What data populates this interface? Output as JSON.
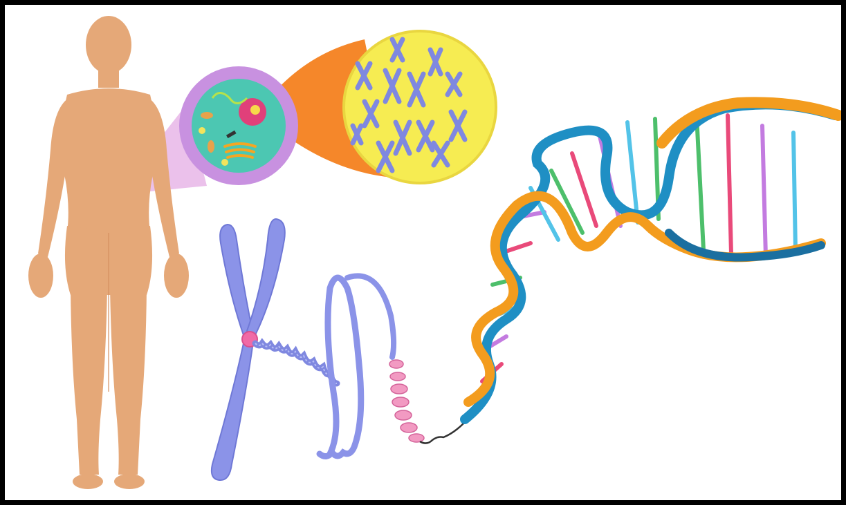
{
  "illustration": {
    "stages": [
      "human-body",
      "cell",
      "chromosomes",
      "chromosome",
      "chromatin",
      "dna-double-helix"
    ]
  },
  "colors": {
    "frame": "#000000",
    "background": "#ffffff",
    "skin": "#e5a878",
    "skin_shadow": "#d48f5f",
    "zoom_pink": "#e7b6e8",
    "cell_outer": "#c891e0",
    "cell_inner": "#4cc7b2",
    "nucleus": "#e0407a",
    "zoom_orange": "#f5872a",
    "lens_yellow": "#f6ec52",
    "chromosome_blue": "#8b93e8",
    "chromosome_dark": "#6f78d6",
    "centromere": "#f06aa6",
    "helix_blue": "#1f8fc4",
    "helix_orange": "#f39c1e",
    "base_colors": [
      "#4dbf6b",
      "#e94a7a",
      "#c37be0",
      "#53c3e8"
    ]
  }
}
